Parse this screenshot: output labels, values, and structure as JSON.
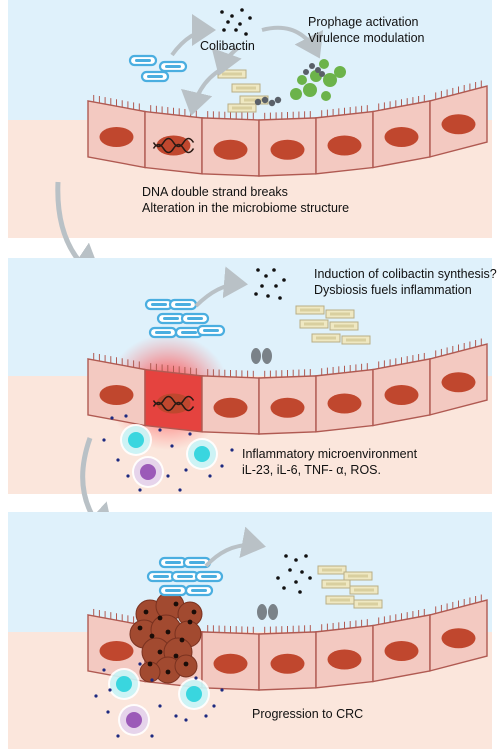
{
  "panel1": {
    "colibactin_label": "Colibactin",
    "effects": [
      "Prophage activation",
      "Virulence modulation"
    ],
    "outcomes": [
      "DNA double strand breaks",
      "Alteration in the microbiome structure"
    ]
  },
  "panel2": {
    "questions": [
      "Induction of colibactin synthesis?",
      "Dysbiosis fuels inflammation"
    ],
    "inflammation": [
      "Inflammatory microenvironment",
      "iL-23, iL-6, TNF- α, ROS."
    ]
  },
  "panel3": {
    "outcome": "Progression to CRC"
  },
  "colors": {
    "lumen": "#dff1fb",
    "tissue": "#fbe6dc",
    "cell_fill": "#f3c9c1",
    "cell_stroke": "#b05a52",
    "nucleus": "#c0472e",
    "bacteria": "#4aaee0",
    "green_bacteria": "#6cb34a",
    "rod_bacteria": "#efe8c2",
    "tumor": "#a24a30",
    "immune_cyan": "#39d6df",
    "immune_purple": "#9b5ab8",
    "cytokine_dot": "#1d2a80",
    "arrow": "#b9c1c6"
  }
}
